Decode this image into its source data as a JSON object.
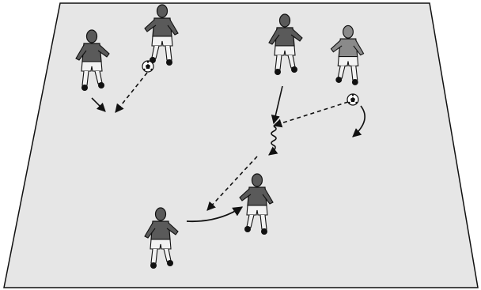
{
  "diagram": {
    "colors": {
      "pitch_fill": "#e6e6e6",
      "pitch_edge": "#111111",
      "dark_player": "#5a5a5a",
      "light_player": "#8a8a8a",
      "skin": "#f2f2f2",
      "ink": "#111111"
    },
    "players": [
      {
        "id": "p1",
        "team": "dark"
      },
      {
        "id": "p2",
        "team": "dark"
      },
      {
        "id": "p3",
        "team": "dark"
      },
      {
        "id": "p4",
        "team": "light"
      },
      {
        "id": "p5",
        "team": "dark"
      },
      {
        "id": "p6",
        "team": "dark"
      }
    ],
    "balls": [
      {
        "id": "b1"
      },
      {
        "id": "b2"
      }
    ],
    "arrows": [
      {
        "id": "a1",
        "kind": "run"
      },
      {
        "id": "a2",
        "kind": "pass"
      },
      {
        "id": "a3",
        "kind": "run"
      },
      {
        "id": "a4",
        "kind": "pass"
      },
      {
        "id": "a5",
        "kind": "run"
      },
      {
        "id": "a6",
        "kind": "dribble"
      },
      {
        "id": "a7",
        "kind": "pass"
      },
      {
        "id": "a8",
        "kind": "run"
      },
      {
        "id": "a9",
        "kind": "run"
      }
    ]
  }
}
